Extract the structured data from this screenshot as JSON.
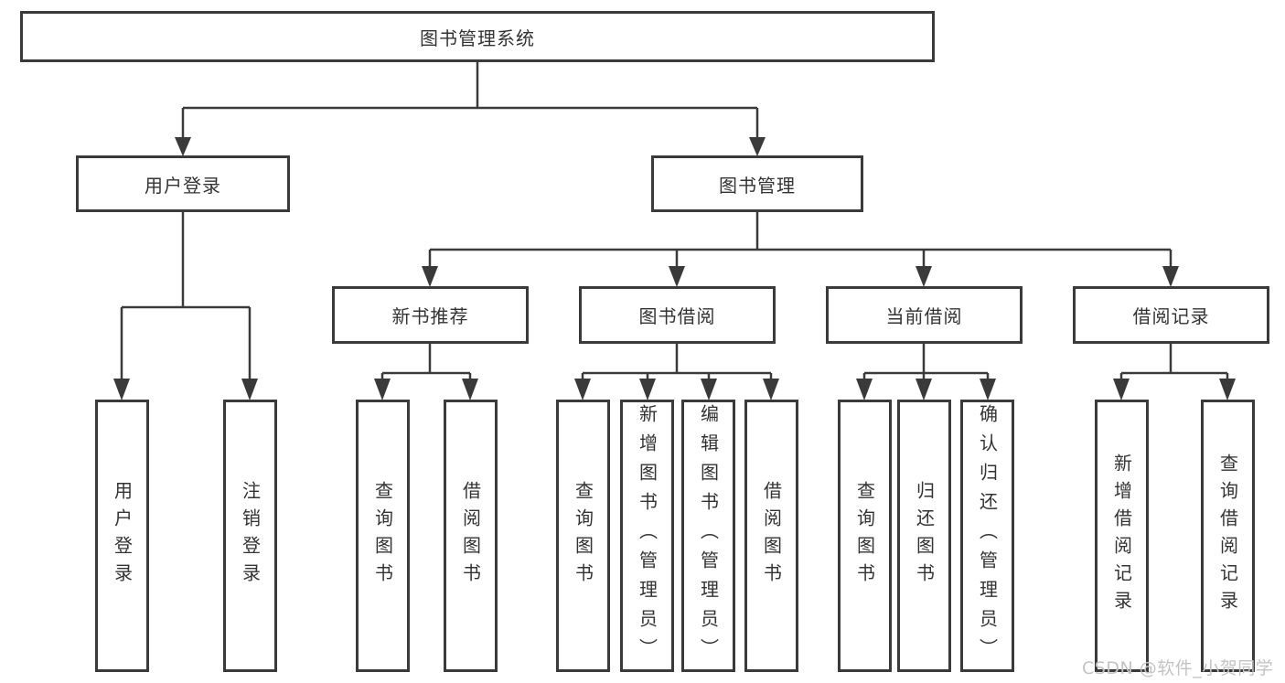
{
  "diagram": {
    "root": {
      "label": "图书管理系统"
    },
    "level2": [
      {
        "label": "用户登录"
      },
      {
        "label": "图书管理"
      }
    ],
    "level3": [
      {
        "label": "新书推荐"
      },
      {
        "label": "图书借阅"
      },
      {
        "label": "当前借阅"
      },
      {
        "label": "借阅记录"
      }
    ],
    "leaves": {
      "login": [
        "用户登录",
        "注销登录"
      ],
      "recommend": [
        "查询图书",
        "借阅图书"
      ],
      "borrow": [
        "查询图书",
        "新增图书（管理员）",
        "编辑图书（管理员）",
        "借阅图书"
      ],
      "current": [
        "查询图书",
        "归还图书",
        "确认归还（管理员）"
      ],
      "records": [
        "新增借阅记录",
        "查询借阅记录"
      ]
    }
  },
  "watermark": "CSDN @软件_小贺同学",
  "colors": {
    "line": "#3a3a3a",
    "text": "#333333",
    "background": "#ffffff",
    "watermark_text": "#c3c3c3"
  }
}
